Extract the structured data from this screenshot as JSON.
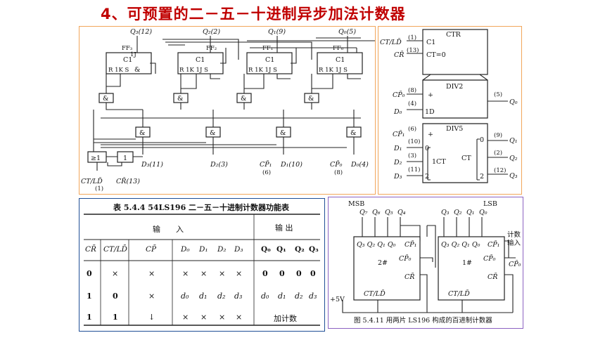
{
  "title": "4、可预置的二－五－十进制异步加法计数器",
  "colors": {
    "title": "#c00000",
    "frame_orange": "#f2a65a",
    "frame_purple": "#8c62c2",
    "frame_blue": "#1f4e96"
  },
  "circuit": {
    "q_labels": [
      "Q₃(12)",
      "Q₂(2)",
      "Q₁(9)",
      "Q₀(5)"
    ],
    "ff_labels": [
      "FF₃",
      "FF₂",
      "FF₁",
      "FF₀"
    ],
    "ff_pins": "R 1K S",
    "ff_pins2": "R 1K 1J S",
    "c1": "C1",
    "j1": "1J",
    "and_sym": "&",
    "or_sym": "≥1",
    "not_sym": "1",
    "d_labels": [
      "D₃(11)",
      "D₂(3)",
      "D₁(10)",
      "D₀(4)"
    ],
    "cp1": "CP̄₁",
    "cp1_pin": "(6)",
    "cp0": "CP̄₀",
    "cp0_pin": "(8)",
    "ctld": "CT/LD̄",
    "ctld_pin": "(1)",
    "cr": "CR̄(13)"
  },
  "symbol": {
    "ctr": "CTR",
    "c1": "C1",
    "ct0": "CT=0",
    "ctld": "CT/LD̄",
    "cr": "CR̄",
    "pin1": "(1)",
    "pin13": "(13)",
    "div2": "DIV2",
    "cp0": "CP̄₀",
    "pin8": "(8)",
    "pin4": "(4)",
    "d0": "D₀",
    "id": "1D",
    "pin5": "(5)",
    "q0": "Q₀",
    "plus": "+",
    "div5": "DIV5",
    "cp1": "CP̄₁",
    "pin6": "(6)",
    "pin10": "(10)",
    "pin3": "(3)",
    "pin11": "(11)",
    "d1": "D₁",
    "d2": "D₂",
    "d3": "D₃",
    "ict": "1CT",
    "ct": "CT",
    "two": "2",
    "zero": "0",
    "pin9": "(9)",
    "pin2": "(2)",
    "pin12": "(12)",
    "q1": "Q₁",
    "q2": "Q₂",
    "q3": "Q₃"
  },
  "table": {
    "caption": "表 5.4.4  54LS196 二－五－十进制计数器功能表",
    "input_header": "输　　入",
    "output_header": "输 出",
    "columns": [
      "CR̄",
      "CT/LD̄",
      "CP̄",
      "D₀",
      "D₁",
      "D₂",
      "D₃",
      "Q₀",
      "Q₁",
      "Q₂",
      "Q₃"
    ],
    "rows": [
      [
        "0",
        "×",
        "×",
        "×",
        "×",
        "×",
        "×",
        "0",
        "0",
        "0",
        "0"
      ],
      [
        "1",
        "0",
        "×",
        "d₀",
        "d₁",
        "d₂",
        "d₃",
        "d₀",
        "d₁",
        "d₂",
        "d₃"
      ],
      [
        "1",
        "1",
        "↓",
        "×",
        "×",
        "×",
        "×",
        "加计数",
        "",
        "",
        ""
      ]
    ]
  },
  "cascade": {
    "msb": "MSB",
    "lsb": "LSB",
    "top_left_q": [
      "Q₇",
      "Q₆",
      "Q₅",
      "Q₄"
    ],
    "top_right_q": [
      "Q₃",
      "Q₂",
      "Q₁",
      "Q₀"
    ],
    "chip_pins": "Q₃ Q₂ Q₁ Q₀",
    "cp1_pin": "CP̄₁",
    "cp0_pin": "CP̄₀",
    "chip_left": "2#",
    "chip_right": "1#",
    "cr": "CR̄",
    "ctld": "CT/LD̄",
    "plus5v": "+5V",
    "count_input_l1": "计数",
    "count_input_l2": "输入",
    "count_input_cp": "CP̄₀",
    "caption": "图 5.4.11  用两片 LS196 构成的百进制计数器"
  }
}
